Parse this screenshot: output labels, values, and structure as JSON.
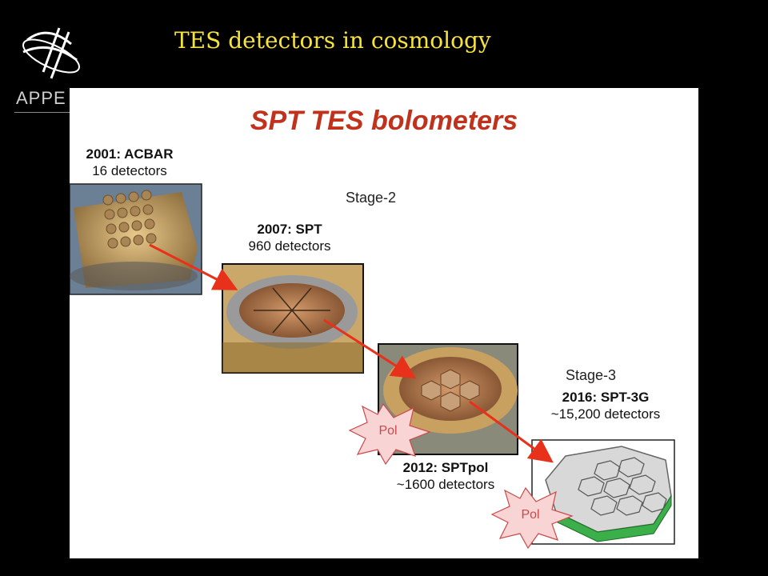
{
  "slide": {
    "title": "TES detectors in cosmology",
    "logo_text": "APPE"
  },
  "panel": {
    "title": "SPT TES bolometers",
    "stage2_label": "Stage-2",
    "stage3_label": "Stage-3",
    "instruments": [
      {
        "name": "2001: ACBAR",
        "count": "16 detectors"
      },
      {
        "name": "2007: SPT",
        "count": "960 detectors"
      },
      {
        "name": "2012: SPTpol",
        "count": "~1600 detectors"
      },
      {
        "name": "2016: SPT-3G",
        "count": "~15,200 detectors"
      }
    ],
    "pol_badges": [
      "Pol",
      "Pol"
    ]
  },
  "colors": {
    "title_yellow": "#f5e33a",
    "panel_title_red": "#c0321c",
    "arrow_red": "#e8311a",
    "badge_pink": "#f9d4d4"
  }
}
